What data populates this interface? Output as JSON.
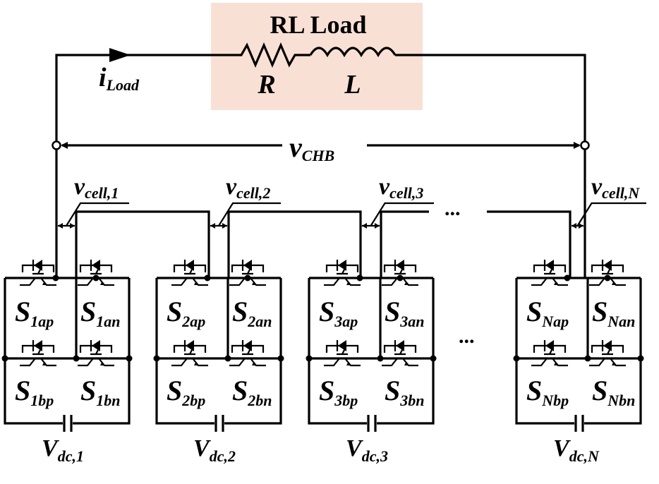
{
  "load": {
    "title": "RL Load",
    "resistor_label": "R",
    "inductor_label": "L",
    "box_color": "#f8e0d4"
  },
  "current": {
    "symbol": "i",
    "subscript": "Load"
  },
  "output_voltage": {
    "symbol": "v",
    "subscript": "CHB"
  },
  "cells": [
    {
      "cell_v_sub": "cell,1",
      "switches": [
        [
          "S",
          "1ap"
        ],
        [
          "S",
          "1an"
        ],
        [
          "S",
          "1bp"
        ],
        [
          "S",
          "1bn"
        ]
      ],
      "dc_sub": "dc,1"
    },
    {
      "cell_v_sub": "cell,2",
      "switches": [
        [
          "S",
          "2ap"
        ],
        [
          "S",
          "2an"
        ],
        [
          "S",
          "2bp"
        ],
        [
          "S",
          "2bn"
        ]
      ],
      "dc_sub": "dc,2"
    },
    {
      "cell_v_sub": "cell,3",
      "switches": [
        [
          "S",
          "3ap"
        ],
        [
          "S",
          "3an"
        ],
        [
          "S",
          "3bp"
        ],
        [
          "S",
          "3bn"
        ]
      ],
      "dc_sub": "dc,3"
    },
    {
      "cell_v_sub": "cell,N",
      "switches": [
        [
          "S",
          "Nap"
        ],
        [
          "S",
          "Nan"
        ],
        [
          "S",
          "Nbp"
        ],
        [
          "S",
          "Nbn"
        ]
      ],
      "dc_sub": "dc,N"
    }
  ],
  "cell_voltage_symbol": "v",
  "dc_symbol": "V",
  "ellipsis": "..."
}
